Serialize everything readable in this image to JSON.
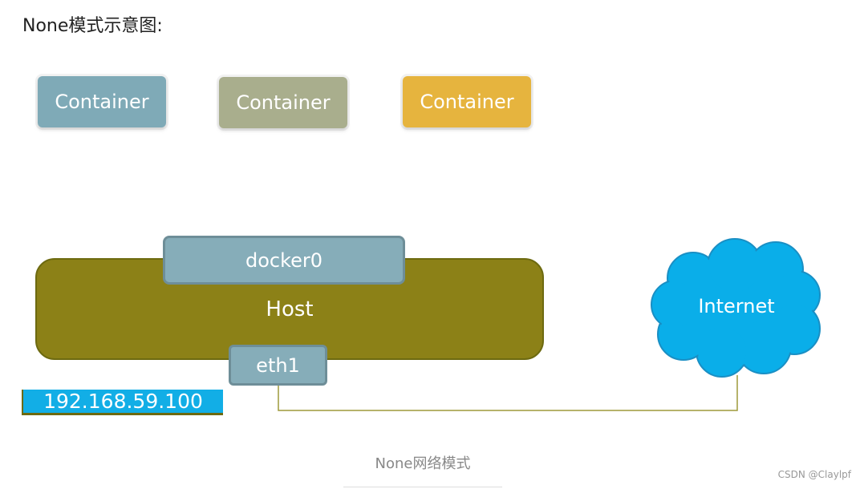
{
  "heading": "None模式示意图:",
  "containers": [
    {
      "label": "Container",
      "color": "#7faab7"
    },
    {
      "label": "Container",
      "color": "#a9ae8d"
    },
    {
      "label": "Container",
      "color": "#e6b43e"
    }
  ],
  "host": {
    "label": "Host",
    "color": "#8c8117"
  },
  "docker0": {
    "label": "docker0",
    "color": "#86adb9"
  },
  "eth1": {
    "label": "eth1",
    "color": "#86adb9"
  },
  "ip": {
    "label": "192.168.59.100",
    "color": "#12aee6"
  },
  "internet": {
    "label": "Internet",
    "color": "#0aaee9"
  },
  "link_color": "#9e9a3a",
  "caption": "None网络模式",
  "watermark": "CSDN @Claylpf"
}
